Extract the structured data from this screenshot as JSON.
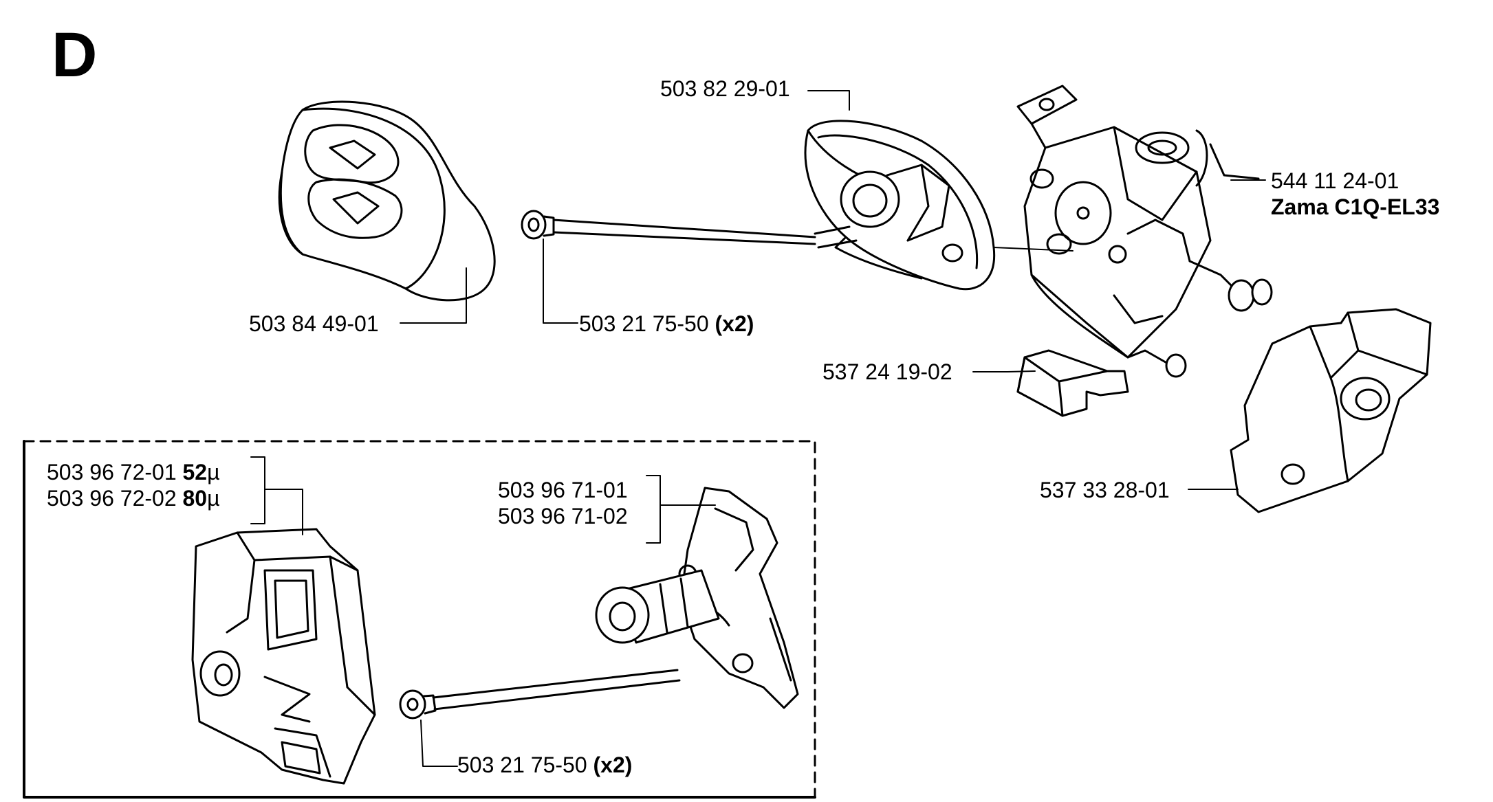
{
  "section_letter": "D",
  "parts": {
    "air_filter": {
      "part_no": "503 84 49-01"
    },
    "screw_top": {
      "part_no": "503 21 75-50",
      "qty": "(x2)"
    },
    "carb_adapter": {
      "part_no": "503 82 29-01"
    },
    "carburetor": {
      "part_no": "544 11 24-01",
      "model": "Zama C1Q-EL33"
    },
    "spacer_block": {
      "part_no": "537 24 19-02"
    },
    "gasket_plate": {
      "part_no": "537 33 28-01"
    },
    "filter_housing_52": {
      "part_no": "503 96 72-01",
      "micron": "52",
      "unit": "µ"
    },
    "filter_housing_80": {
      "part_no": "503 96 72-02",
      "micron": "80",
      "unit": "µ"
    },
    "holder_01": {
      "part_no": "503 96 71-01"
    },
    "holder_02": {
      "part_no": "503 96 71-02"
    },
    "screw_bottom": {
      "part_no": "503 21 75-50",
      "qty": "(x2)"
    }
  },
  "colors": {
    "line": "#000000",
    "background": "#ffffff"
  }
}
